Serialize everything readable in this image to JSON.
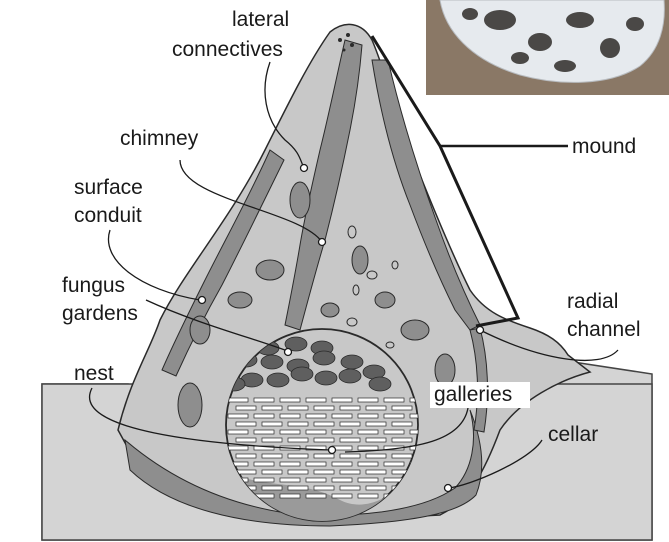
{
  "labels": {
    "lateral_connectives_line1": "lateral",
    "lateral_connectives_line2": "connectives",
    "chimney": "chimney",
    "surface_conduit_line1": "surface",
    "surface_conduit_line2": "conduit",
    "fungus_gardens_line1": "fungus",
    "fungus_gardens_line2": "gardens",
    "nest": "nest",
    "galleries": "galleries",
    "cellar": "cellar",
    "mound": "mound",
    "radial_channel_line1": "radial",
    "radial_channel_line2": "channel"
  },
  "colors": {
    "ground": "#d4d4d4",
    "mound_light": "#c8c8c8",
    "channel_dark": "#8e8e8e",
    "fungus": "#5f5f5f",
    "outline": "#2a2a2a",
    "photo_bg": "#8a7866",
    "photo_sponge": "#e6eaee"
  }
}
